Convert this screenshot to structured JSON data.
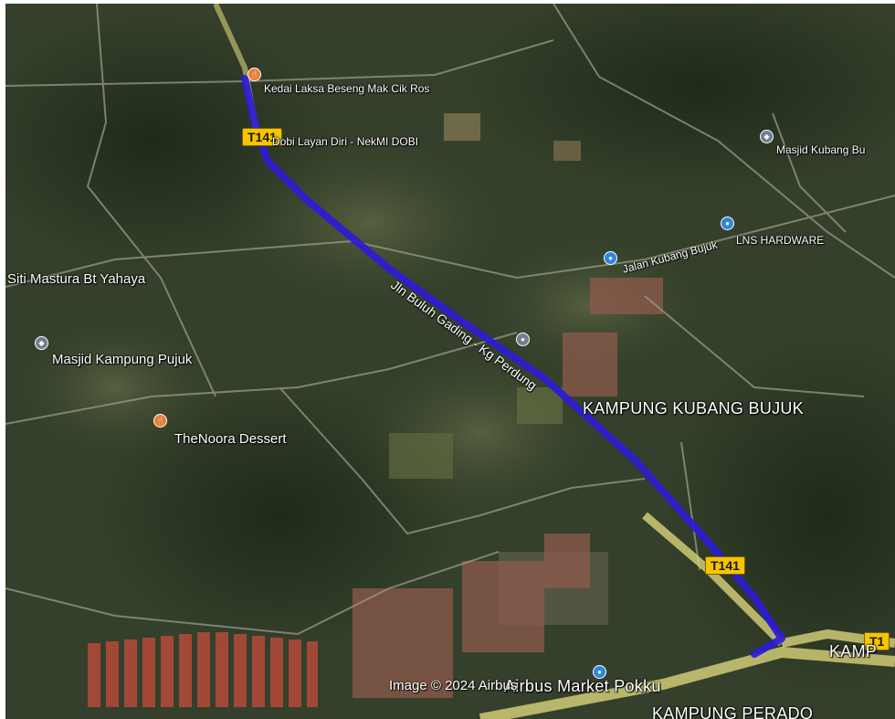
{
  "places": {
    "kedai_laksa": "Kedai Laksa Beseng Mak Cik Ros",
    "dobi": "Dobi Layan Diri - NekMI DOBI",
    "masjid_kubang": "Masjid Kubang Bu",
    "lns_hardware": "LNS HARDWARE",
    "jalan_kubang_bujuk": "Jalan Kubang Bujuk",
    "siti_mastura": "Siti Mastura Bt Yahaya",
    "masjid_pujuk": "Masjid Kampung Pujuk",
    "thenoora": "TheNoora Dessert",
    "kampung_kubang_bujuk": "KAMPUNG KUBANG BUJUK",
    "airbus_market": "Airbus Market Pokku",
    "kampung_right": "KAMP",
    "kampung_bottom": "KAMPUNG PERADO"
  },
  "roads": {
    "main_road_name": "Jln Buluh Gading - Kg Perdung",
    "shield_top": "T141",
    "shield_bottom": "T141",
    "shield_right": "T1"
  },
  "attribution": "Image © 2024 Airbus",
  "colors": {
    "route": "#2b1cd6",
    "highway": "#d9d37a",
    "vegetation": "#2f3b27"
  },
  "icons": {
    "food_pin": "restaurant-pin-icon",
    "pray_pin": "mosque-pin-icon",
    "shop_pin": "shop-pin-icon"
  }
}
